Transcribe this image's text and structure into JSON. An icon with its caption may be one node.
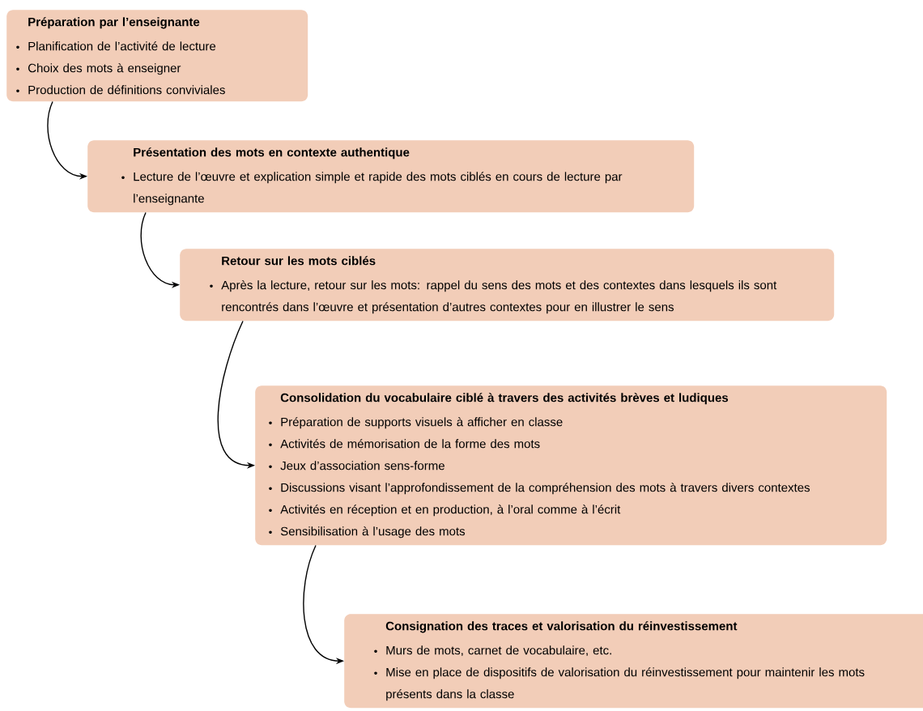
{
  "diagram": {
    "nodes": [
      {
        "text": [
          "Préparation par l’enseignante",
          "Planification de l’activité de lecture",
          "Choix des mots à enseigner",
          "Production de définitions conviviales"
        ]
      },
      {
        "text": [
          "Présentation des mots en contexte authentique",
          "Lecture de l’œuvre et explication simple et rapide des mots ciblés en cours de lecture par l’enseignante"
        ]
      },
      {
        "text": [
          "Retour sur les mots ciblés",
          "Après la lecture, retour sur les mots: rappel du sens des mots et des contextes dans lesquels ils sont rencontrés dans l’œuvre et présentation d’autres contextes pour en illustrer le sens"
        ]
      },
      {
        "text": [
          "Consolidation du vocabulaire ciblé à travers des activités brèves et ludiques",
          "Préparation de supports visuels à afficher en classe",
          "Activités de mémorisation de la forme des mots",
          "Jeux d’association sens-forme",
          "Discussions visant l’approfondissement de la compréhension des mots à travers divers contextes",
          "Activités en réception et en production, à l’oral comme à l’écrit",
          "Sensibilisation à l’usage des mots"
        ]
      },
      {
        "text": [
          "Consignation des traces et valorisation du réinvestissement",
          "Murs de mots, carnet de vocabulaire, etc.",
          "Mise en place de dispositifs de valorisation du réinvestissement pour maintenir les mots présents dans la classe"
        ]
      }
    ],
    "edges": [
      {
        "from": 0,
        "to": 1,
        "arrow": "to"
      },
      {
        "from": 1,
        "to": 2,
        "arrow": "to"
      },
      {
        "from": 2,
        "to": 3,
        "arrow": "to"
      },
      {
        "from": 3,
        "to": 4,
        "arrow": "to"
      }
    ]
  }
}
